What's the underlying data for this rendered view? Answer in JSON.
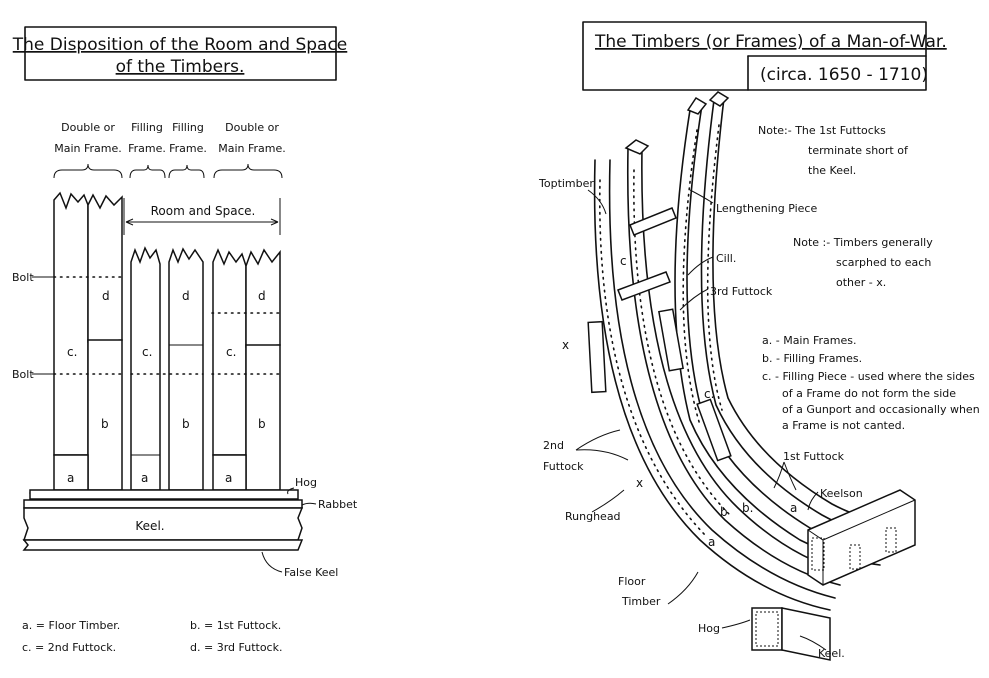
{
  "left": {
    "title_line1": "The Disposition of the Room and Space",
    "title_line2": "of the Timbers.",
    "headers": {
      "double1": [
        "Double or",
        "Main Frame."
      ],
      "filling1": [
        "Filling",
        "Frame."
      ],
      "filling2": [
        "Filling",
        "Frame."
      ],
      "double2": [
        "Double or",
        "Main Frame."
      ]
    },
    "room_space": "Room and Space.",
    "bolt": "Bolt",
    "timber_letters": {
      "a": "a",
      "b": "b",
      "c": "c.",
      "d": "d"
    },
    "hog": "Hog",
    "rabbet": "Rabbet",
    "keel": "Keel.",
    "false_keel": "False Keel",
    "legend": [
      "a. = Floor Timber.",
      "b. = 1st Futtock.",
      "c. = 2nd Futtock.",
      "d. = 3rd Futtock."
    ]
  },
  "right": {
    "title": "The Timbers (or Frames) of a Man-of-War.",
    "subtitle": "(circa. 1650 - 1710)",
    "note1": [
      "Note:- The 1st Futtocks",
      "terminate short of",
      "the Keel."
    ],
    "note2": [
      "Note :- Timbers generally",
      "scarphed to each",
      "other - x."
    ],
    "key": [
      "a. - Main Frames.",
      "b. - Filling Frames.",
      "c. - Filling Piece - used where the sides",
      "of a Frame do  not form the side",
      "of a Gunport and occasionally when",
      "a Frame is not canted."
    ],
    "labels": {
      "toptimber": "Toptimber",
      "lengthening": "Lengthening Piece",
      "cill": "Cill.",
      "third_futtock": "3rd Futtock",
      "second_futtock_1": "2nd",
      "second_futtock_2": "Futtock",
      "first_futtock": "1st Futtock",
      "keelson": "Keelson",
      "runghead": "Runghead",
      "floor_timber_1": "Floor",
      "floor_timber_2": "Timber",
      "hog": "Hog",
      "keel": "Keel.",
      "x": "x",
      "a": "a",
      "b": "b",
      "b_dot": "b.",
      "c": "c",
      "c_dot": "c."
    }
  }
}
